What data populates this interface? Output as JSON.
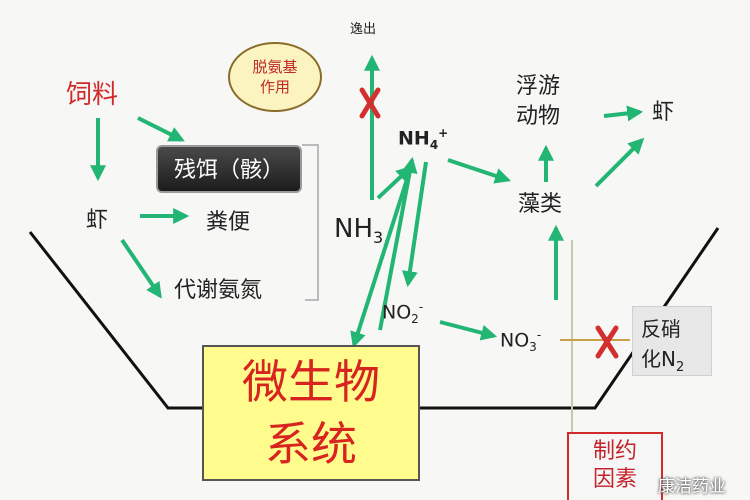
{
  "labels": {
    "feed": "饲料",
    "shrimp_left": "虾",
    "residue": "残饵（骸）",
    "feces": "粪便",
    "metabolic_n": "代谢氨氮",
    "bubble_line1": "脱氨基",
    "bubble_line2": "作用",
    "escape": "逸出",
    "nh3": "NH",
    "nh3_sub": "3",
    "nh4": "NH",
    "nh4_sub": "4",
    "nh4_sup": "+",
    "plankton_line1": "浮游",
    "plankton_line2": "动物",
    "shrimp_right": "虾",
    "algae": "藻类",
    "no2": "NO",
    "no2_sub": "2",
    "no2_sup": "-",
    "no3": "NO",
    "no3_sub": "3",
    "no3_sup": "-",
    "denit_line1": "反硝",
    "denit_line2": "化N",
    "denit_sub": "2",
    "micro_line1": "微生物",
    "micro_line2": "系统",
    "restrict_line1": "制约",
    "restrict_line2": "因素",
    "watermark": "康洁药业"
  },
  "colors": {
    "arrow_green": "#22b573",
    "cross_red": "#d32f2f",
    "text_red": "#d02a2a",
    "micro_fill": "#fffb8c"
  }
}
